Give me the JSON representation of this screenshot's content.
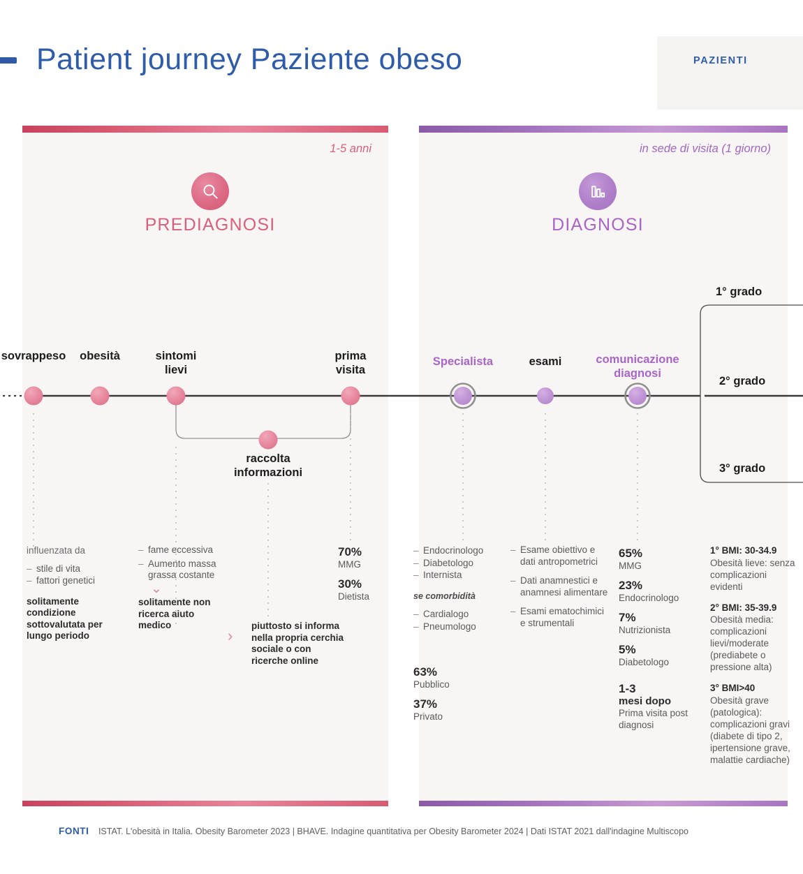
{
  "header": {
    "title": "Patient journey Paziente obeso",
    "audience_tab": "PAZIENTI",
    "accent_blue": "#2f5ca9"
  },
  "phases": [
    {
      "id": "prediagnosi",
      "name": "PREDIAGNOSI",
      "duration": "1-5 anni",
      "icon": "magnifier-icon",
      "color": "#d9607a"
    },
    {
      "id": "diagnosi",
      "name": "DIAGNOSI",
      "duration": "in sede di visita (1 giorno)",
      "icon": "bar-chart-icon",
      "color": "#a965c6"
    }
  ],
  "timeline": {
    "nodes": [
      {
        "label": "sovrappeso",
        "phase": "prediagnosi"
      },
      {
        "label": "obesità",
        "phase": "prediagnosi"
      },
      {
        "label": "sintomi\nlievi",
        "phase": "prediagnosi"
      },
      {
        "label": "prima\nvisita",
        "phase": "prediagnosi"
      },
      {
        "label": "raccolta\ninformazioni",
        "phase": "prediagnosi",
        "branch": true
      },
      {
        "label": "Specialista",
        "phase": "diagnosi",
        "highlight": true
      },
      {
        "label": "esami",
        "phase": "diagnosi"
      },
      {
        "label": "comunicazione\ndiagnosi",
        "phase": "diagnosi",
        "highlight": true
      }
    ],
    "node_labels": {
      "sovrappeso": "sovrappeso",
      "obesita": "obesità",
      "sintomi_lievi_1": "sintomi",
      "sintomi_lievi_2": "lievi",
      "prima_visita_1": "prima",
      "prima_visita_2": "visita",
      "raccolta_1": "raccolta",
      "raccolta_2": "informazioni",
      "specialista": "Specialista",
      "esami": "esami",
      "comunicazione_1": "comunicazione",
      "comunicazione_2": "diagnosi"
    },
    "grades": [
      "1° grado",
      "2° grado",
      "3° grado"
    ]
  },
  "columns": {
    "sovrappeso": {
      "intro": "influenzata da",
      "items": [
        "stile di vita",
        "fattori genetici"
      ],
      "note": "solitamente condizione sottovalutata per lungo periodo"
    },
    "sintomi": {
      "items": [
        "fame eccessiva",
        "Aumento massa grassa costante"
      ],
      "chevron": "chevron-down",
      "note": "solitamente non ricerca aiuto medico"
    },
    "raccolta": {
      "chevron": "chevron-right",
      "note": "piuttosto si informa nella propria cerchia sociale o con ricerche online"
    },
    "prima_visita": {
      "stats": [
        {
          "value": "70%",
          "label": "MMG"
        },
        {
          "value": "30%",
          "label": "Dietista"
        }
      ]
    },
    "specialista": {
      "items": [
        "Endocrinologo",
        "Diabetologo",
        "Internista"
      ],
      "sub_heading": "se comorbidità",
      "sub_items": [
        "Cardialogo",
        "Pneumologo"
      ],
      "stats": [
        {
          "value": "63%",
          "label": "Pubblico"
        },
        {
          "value": "37%",
          "label": "Privato"
        }
      ]
    },
    "esami": {
      "items": [
        "Esame obiettivo e dati antropometrici",
        "Dati anamnestici e anamnesi alimentare",
        "Esami ematochimici e strumentali"
      ]
    },
    "comunicazione": {
      "stats": [
        {
          "value": "65%",
          "label": "MMG"
        },
        {
          "value": "23%",
          "label": "Endocrinologo"
        },
        {
          "value": "7%",
          "label": "Nutrizionista"
        },
        {
          "value": "5%",
          "label": "Diabetologo"
        }
      ],
      "followup_value": "1-3",
      "followup_bold": "mesi dopo",
      "followup_label": "Prima visita post diagnosi"
    },
    "gradi": [
      {
        "head": "1° BMI: 30-34.9",
        "body": "Obesità lieve: senza complicazioni evidenti"
      },
      {
        "head": "2° BMI: 35-39.9",
        "body": "Obesità media: complicazioni lievi/moderate (prediabete o pressione alta)"
      },
      {
        "head": "3° BMI>40",
        "body": "Obesità grave (patologica): complicazioni gravi (diabete di tipo 2, ipertensione grave, malattie cardiache)"
      }
    ]
  },
  "footer": {
    "label": "FONTI",
    "sources": "ISTAT. L'obesità in Italia. Obesity Barometer 2023  |  BHAVE. Indagine quantitativa per Obesity Barometer 2024  |  Dati ISTAT 2021 dall'indagine Multiscopo"
  }
}
